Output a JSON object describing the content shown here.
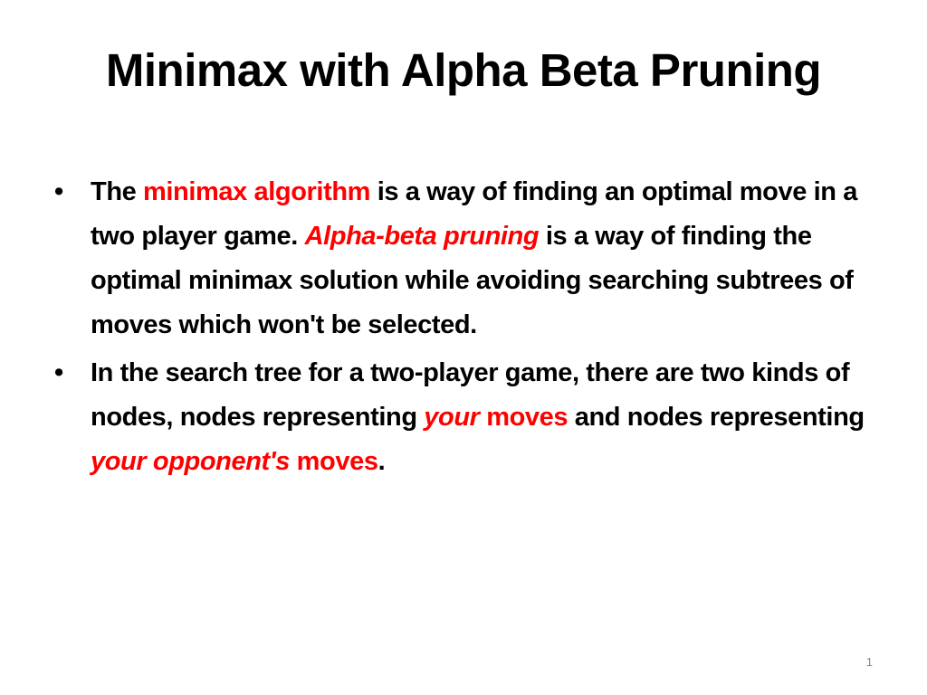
{
  "slide": {
    "title": "Minimax with Alpha Beta Pruning",
    "bullet_char": "•",
    "bullets": [
      {
        "segments": [
          "The ",
          "minimax algorithm",
          " is a way of finding an optimal move in a two player game. ",
          "Alpha-beta pruning",
          " is a way of finding the optimal minimax solution while avoiding searching subtrees of moves which won't be selected."
        ]
      },
      {
        "segments": [
          "In the search tree for a two-player game, there are two kinds of nodes, nodes representing ",
          "your",
          " ",
          "moves",
          " and nodes representing ",
          "your opponent's",
          " ",
          "moves",
          "."
        ]
      }
    ],
    "page_number": "1",
    "highlight_color": "#ff0000"
  }
}
